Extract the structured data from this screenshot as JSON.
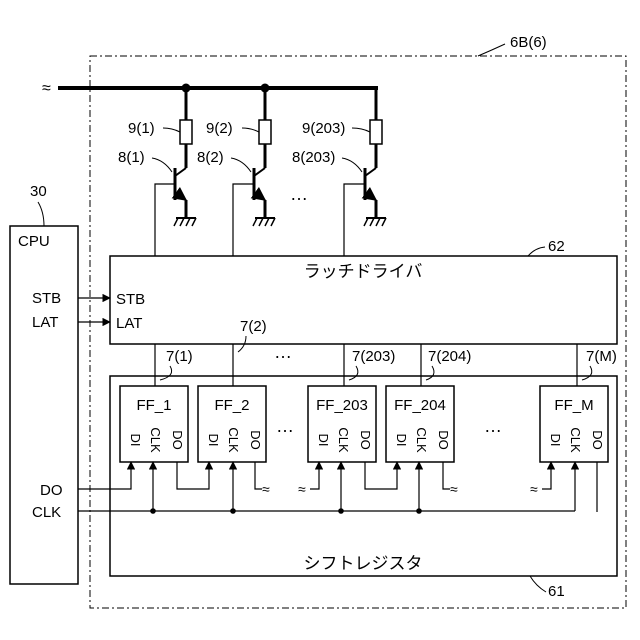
{
  "labels": {
    "module_ref": "6B(6)",
    "cpu_ref": "30",
    "cpu_title": "CPU",
    "latch_ref": "62",
    "shift_ref": "61",
    "latch_title": "ラッチドライバ",
    "shift_title": "シフトレジスタ",
    "cpu_stb": "STB",
    "cpu_lat": "LAT",
    "cpu_do": "DO",
    "cpu_clk": "CLK",
    "latch_stb": "STB",
    "latch_lat": "LAT",
    "ellipsis": "…",
    "break_mark": "≈"
  },
  "heaters": [
    {
      "res_label": "9(1)",
      "tr_label": "8(1)"
    },
    {
      "res_label": "9(2)",
      "tr_label": "8(2)"
    },
    {
      "res_label": "9(203)",
      "tr_label": "8(203)"
    }
  ],
  "flipflops": [
    {
      "name": "FF_1",
      "line_label": "7(1)"
    },
    {
      "name": "FF_2",
      "line_label": "7(2)"
    },
    {
      "name": "FF_203",
      "line_label": "7(203)"
    },
    {
      "name": "FF_204",
      "line_label": "7(204)"
    },
    {
      "name": "FF_M",
      "line_label": "7(M)"
    }
  ],
  "ff_pins": {
    "di": "DI",
    "clk": "CLK",
    "do": "DO"
  }
}
